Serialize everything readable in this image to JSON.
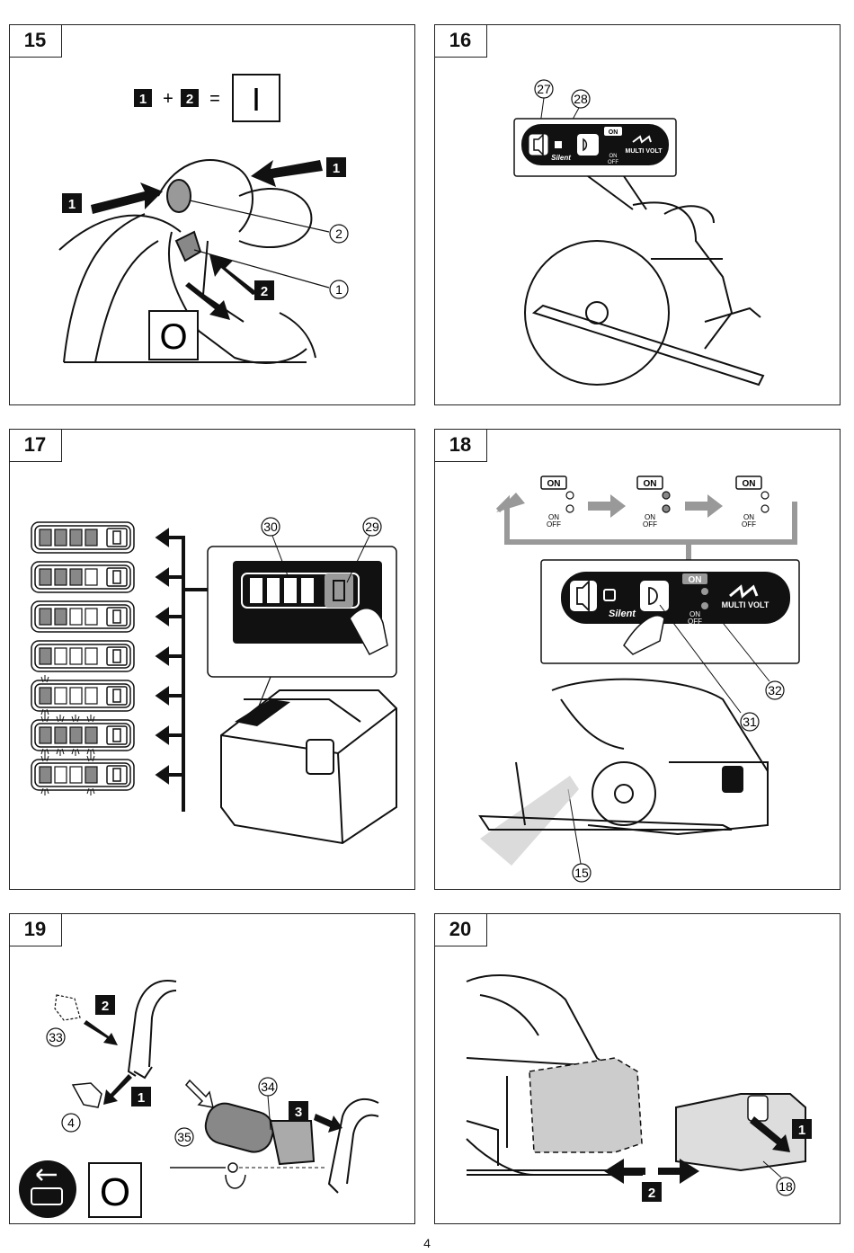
{
  "page": {
    "number": "4"
  },
  "figures": [
    {
      "id": "15",
      "number": "15",
      "equation": {
        "a": "1",
        "b": "2",
        "plus": "+",
        "equals": "=",
        "result": "I"
      },
      "step_badges": [
        "1",
        "1",
        "2"
      ],
      "off_symbol": "O",
      "callouts": [
        "2",
        "1"
      ]
    },
    {
      "id": "16",
      "number": "16",
      "callouts": [
        "27",
        "28"
      ],
      "panel_labels": {
        "silent": "Silent",
        "on": "ON",
        "on_off_top": "ON",
        "on_off_bottom": "OFF",
        "brand": "MULTI VOLT"
      }
    },
    {
      "id": "17",
      "number": "17",
      "callouts": [
        "30",
        "29"
      ],
      "levels": [
        {
          "filled": 4,
          "blinking": false
        },
        {
          "filled": 3,
          "blinking": false
        },
        {
          "filled": 2,
          "blinking": false
        },
        {
          "filled": 1,
          "blinking": false
        },
        {
          "filled": 1,
          "blinking": true
        },
        {
          "filled": 4,
          "blinking": true
        },
        {
          "filled": 2,
          "blinking": true,
          "pattern": "outer"
        }
      ]
    },
    {
      "id": "18",
      "number": "18",
      "callouts": [
        "31",
        "32",
        "15"
      ],
      "states": [
        {
          "top": "ON",
          "bottom_top": "ON",
          "bottom_bottom": "OFF"
        }
      ],
      "panel_labels": {
        "silent": "Silent",
        "on": "ON",
        "on_off_top": "ON",
        "on_off_bottom": "OFF",
        "brand": "MULTI VOLT"
      }
    },
    {
      "id": "19",
      "number": "19",
      "callouts": [
        "33",
        "4",
        "34",
        "35"
      ],
      "step_badges": [
        "2",
        "1",
        "3"
      ],
      "off_symbol": "O"
    },
    {
      "id": "20",
      "number": "20",
      "callouts": [
        "18"
      ],
      "step_badges": [
        "1",
        "2"
      ]
    }
  ]
}
